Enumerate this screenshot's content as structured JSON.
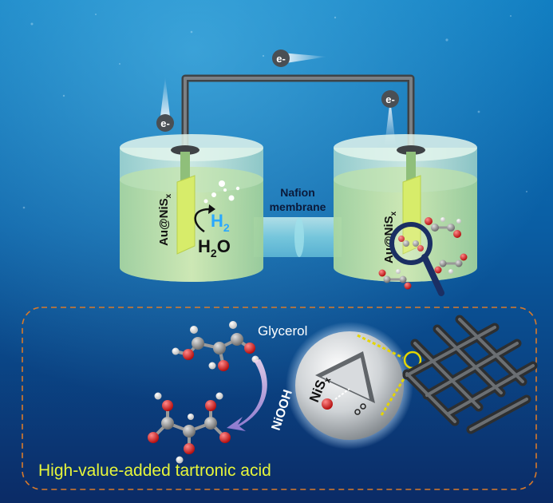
{
  "electrons": {
    "top": "e-",
    "left": "e-",
    "right": "e-"
  },
  "cells": {
    "left_electrode": "Au@NiS",
    "left_subscript": "x",
    "right_electrode": "Au@NiS",
    "right_subscript": "x",
    "h2_main": "H",
    "h2_sub": "2",
    "h2o_main": "H",
    "h2o_sub": "2",
    "h2o_tail": "O"
  },
  "membrane": {
    "line1": "Nafion",
    "line2": "membrane"
  },
  "bottom": {
    "glycerol": "Glycerol",
    "catalyst": "NiOOH",
    "sphere_main": "NiS",
    "sphere_sub": "x",
    "product": "High-value-added tartronic acid"
  },
  "colors": {
    "water_top": "#0a6cb0",
    "water_bottom": "#0b2f6c",
    "cell_fill": "#c9e8e0",
    "liquid": "#b9dd8a",
    "electrode": "#d7ec6a",
    "wire": "#5b5f63",
    "dashed_box": "#d97a2a",
    "product_text": "#e6f53a",
    "h2_text": "#2aa8ff",
    "oxygen_atom": "#d41c1c",
    "carbon_atom": "#8c8c8c",
    "magnifier": "#1b2f63"
  }
}
